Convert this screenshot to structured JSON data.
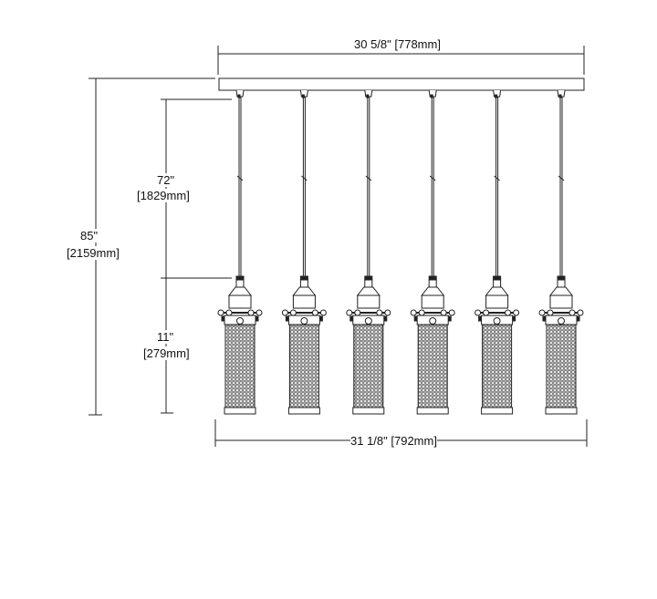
{
  "dimensions": {
    "canopy_width": "30 5/8\" [778mm]",
    "overall_width": "31 1/8\" [792mm]",
    "overall_height_in": "85\"",
    "overall_height_mm": "[2159mm]",
    "cord_length_in": "72\"",
    "cord_length_mm": "[1829mm]",
    "shade_height_in": "11\"",
    "shade_height_mm": "[279mm]"
  },
  "pendant_count": 6,
  "colors": {
    "line": "#222222",
    "mesh": "#555555"
  }
}
